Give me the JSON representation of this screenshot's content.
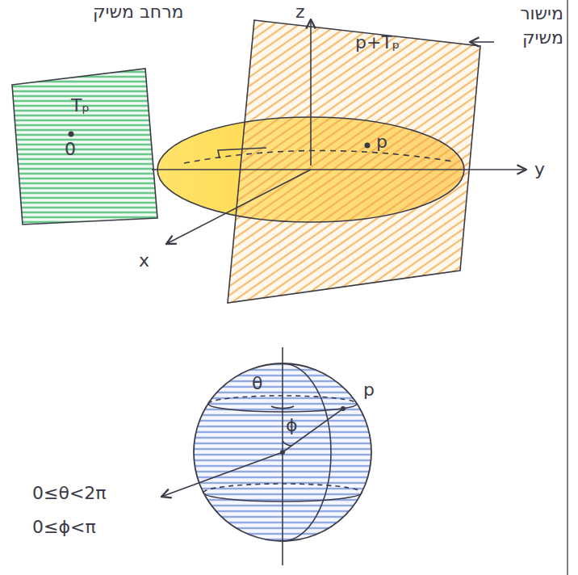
{
  "diagram": {
    "nodes": [
      {
        "text": [
          "Tₚ",
          "0"
        ]
      },
      {
        "text": [
          "p+Tₚ",
          "p"
        ]
      },
      {
        "text": [
          "θ",
          "ϕ",
          "p"
        ]
      }
    ],
    "labels": [
      "מרחב משיק",
      "מישור משיק",
      "z",
      "y",
      "x",
      "0≤θ<2π",
      "0≤ϕ<π"
    ]
  }
}
